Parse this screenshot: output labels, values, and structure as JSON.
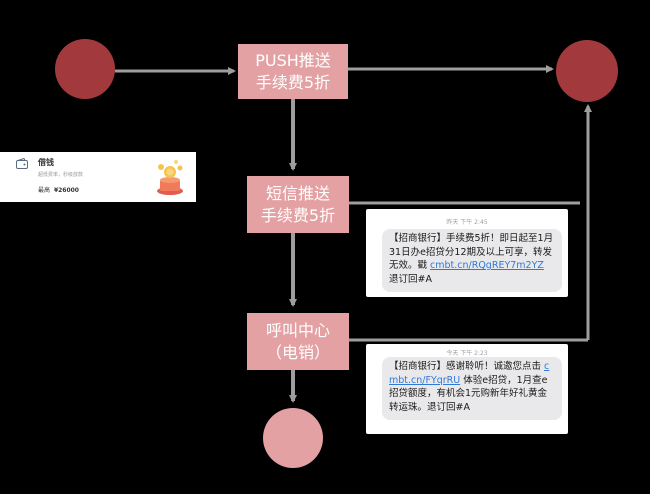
{
  "colors": {
    "background": "#000000",
    "node_dark": "#a23a3d",
    "node_light": "#e3a1a3",
    "connector": "#9e9e9e",
    "link": "#2f7ad8"
  },
  "steps": {
    "push": {
      "line1": "PUSH推送",
      "line2": "手续费5折"
    },
    "sms": {
      "line1": "短信推送",
      "line2": "手续费5折"
    },
    "call": {
      "line1": "呼叫中心",
      "line2": "（电销）"
    }
  },
  "loan_card": {
    "title": "借钱",
    "subtitle": "超低费率，秒级放款",
    "amount_label": "最高",
    "amount_value": "¥26000"
  },
  "sms_card_1": {
    "timestamp": "昨天 下午 2:45",
    "text_before_link": "【招商银行】手续费5折！即日起至1月31日办e招贷分12期及以上可享，转发无效。戳 ",
    "link": "cmbt.cn/RQgREY7m2YZ",
    "text_after_link": " 退订回#A"
  },
  "sms_card_2": {
    "timestamp": "今天 下午 2:23",
    "text_before_link": "【招商银行】感谢聆听！诚邀您点击 ",
    "link": "cmbt.cn/FYqrRU",
    "text_after_link": " 体验e招贷，1月查e招贷额度，有机会1元购新年好礼黄金转运珠。退订回#A"
  }
}
